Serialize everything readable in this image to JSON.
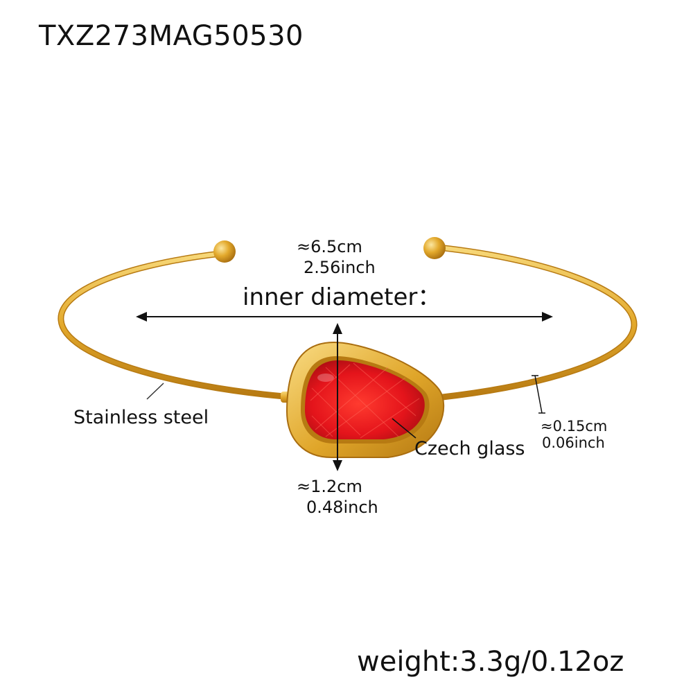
{
  "product": {
    "sku": "TXZ273MAG50530",
    "weight": "weight:3.3g/0.12oz"
  },
  "dimensions": {
    "inner_diameter_label": "inner diameter：",
    "inner_diameter_cm": "≈6.5cm",
    "inner_diameter_inch": "2.56inch",
    "gem_height_cm": "≈1.2cm",
    "gem_height_inch": "0.48inch",
    "wire_thickness_cm": "≈0.15cm",
    "wire_thickness_inch": "0.06inch"
  },
  "materials": {
    "band": "Stainless steel",
    "stone": "Czech glass"
  },
  "colors": {
    "gold": "#e3a92c",
    "gold_dark": "#b77a12",
    "gold_light": "#f7d879",
    "gem_red": "#e4141b",
    "gem_dark": "#a40d12",
    "annotation": "#111111"
  }
}
